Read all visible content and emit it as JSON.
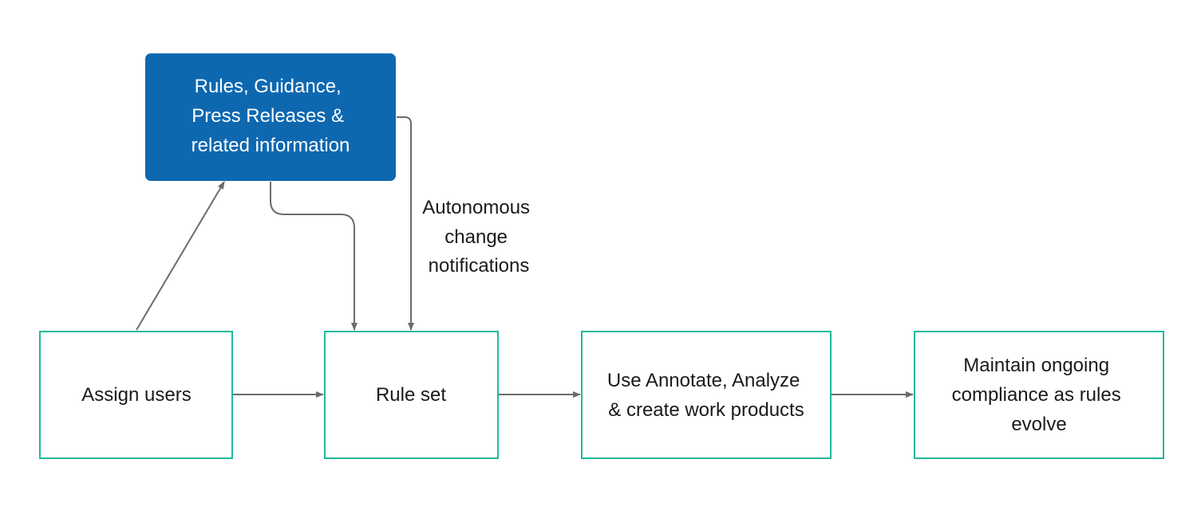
{
  "nodes": {
    "source": {
      "lines": [
        "Rules, Guidance,",
        "Press Releases &",
        "related information"
      ]
    },
    "assign_users": {
      "lines": [
        "Assign users"
      ]
    },
    "rule_set": {
      "lines": [
        "Rule set"
      ]
    },
    "annotate": {
      "lines": [
        "Use Annotate, Analyze",
        "& create work products"
      ]
    },
    "maintain": {
      "lines": [
        "Maintain ongoing",
        "compliance as rules",
        "evolve"
      ]
    }
  },
  "edge_labels": {
    "notifications": {
      "lines": [
        "Autonomous",
        "change",
        "notifications"
      ]
    }
  },
  "colors": {
    "source_fill": "#0e68b0",
    "box_stroke": "#1fb99a",
    "connector": "#6b6b6b",
    "text_dark": "#1a1a1a",
    "text_light": "#ffffff"
  }
}
